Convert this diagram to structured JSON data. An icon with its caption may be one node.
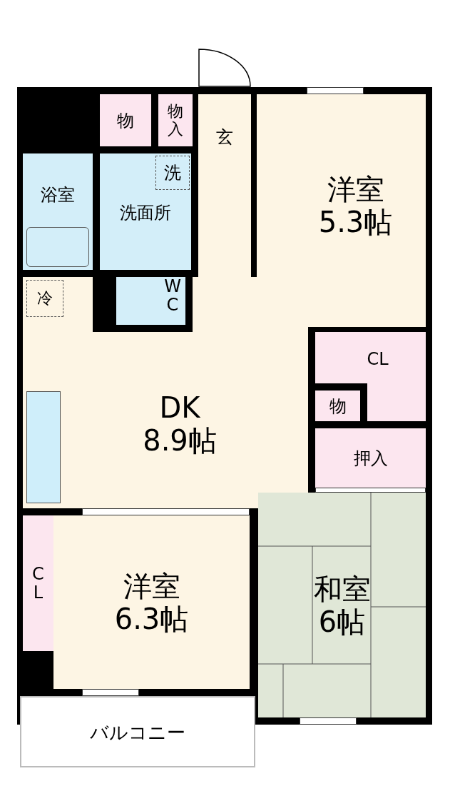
{
  "diagram": {
    "nodes": [
      {
        "text": [
          "物"
        ]
      },
      {
        "text": [
          "物入"
        ]
      },
      {
        "text": [],
        "shape": "box"
      },
      {
        "text": [
          "玄"
        ]
      },
      {
        "text": [
          "洋室",
          "5.3帖"
        ]
      },
      {
        "text": [],
        "shape": "box"
      },
      {
        "text": [
          "浴室"
        ]
      },
      {
        "text": [],
        "shape": "box",
        "in": 6
      },
      {
        "text": [
          "洗面所"
        ]
      },
      {
        "text": [
          "洗"
        ],
        "in": 8
      },
      {
        "text": [
          "DK",
          "8.9帖"
        ]
      },
      {
        "text": [
          "冷"
        ],
        "in": 10
      },
      {
        "text": [
          "WC"
        ],
        "in": 10
      },
      {
        "text": [],
        "shape": "box",
        "in": 10
      },
      {
        "text": [
          "CL"
        ]
      },
      {
        "text": [
          "物"
        ],
        "in": 14
      },
      {
        "text": [
          "押入"
        ]
      },
      {
        "text": [
          "CL"
        ]
      },
      {
        "text": [
          "洋室",
          "6.3帖"
        ]
      },
      {
        "text": [
          "和室",
          "6帖"
        ]
      },
      {
        "text": [
          "バルコニー"
        ]
      }
    ]
  }
}
